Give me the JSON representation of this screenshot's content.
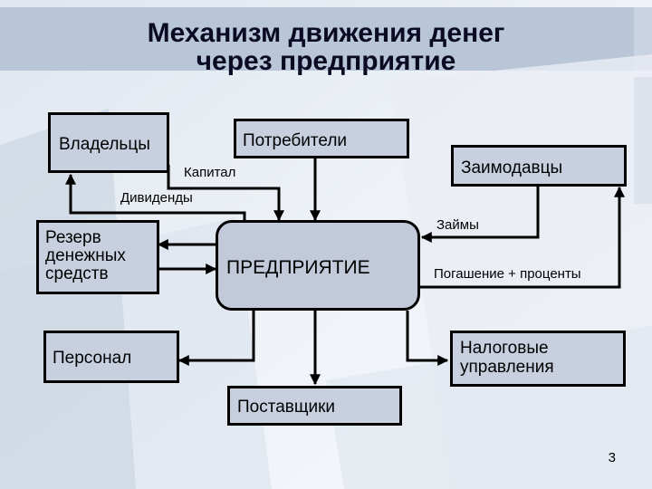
{
  "title": {
    "line1": "Механизм движения денег",
    "line2": "через предприятие"
  },
  "nodes": {
    "owners": "Владельцы",
    "consumers": "Потребители",
    "lenders": "Заимодавцы",
    "reserve": "Резерв денежных средств",
    "enterprise": "ПРЕДПРИЯТИЕ",
    "personnel": "Персонал",
    "suppliers": "Поставщики",
    "tax": "Налоговые управления"
  },
  "edge_labels": {
    "capital": "Капитал",
    "dividends": "Дивиденды",
    "loans": "Займы",
    "repayment": "Погашение + проценты"
  },
  "slide_number": "3",
  "colors": {
    "box_fill": "#c8d0e0",
    "enterprise_fill": "#c2c9d9",
    "title_color": "#0a0a24"
  }
}
